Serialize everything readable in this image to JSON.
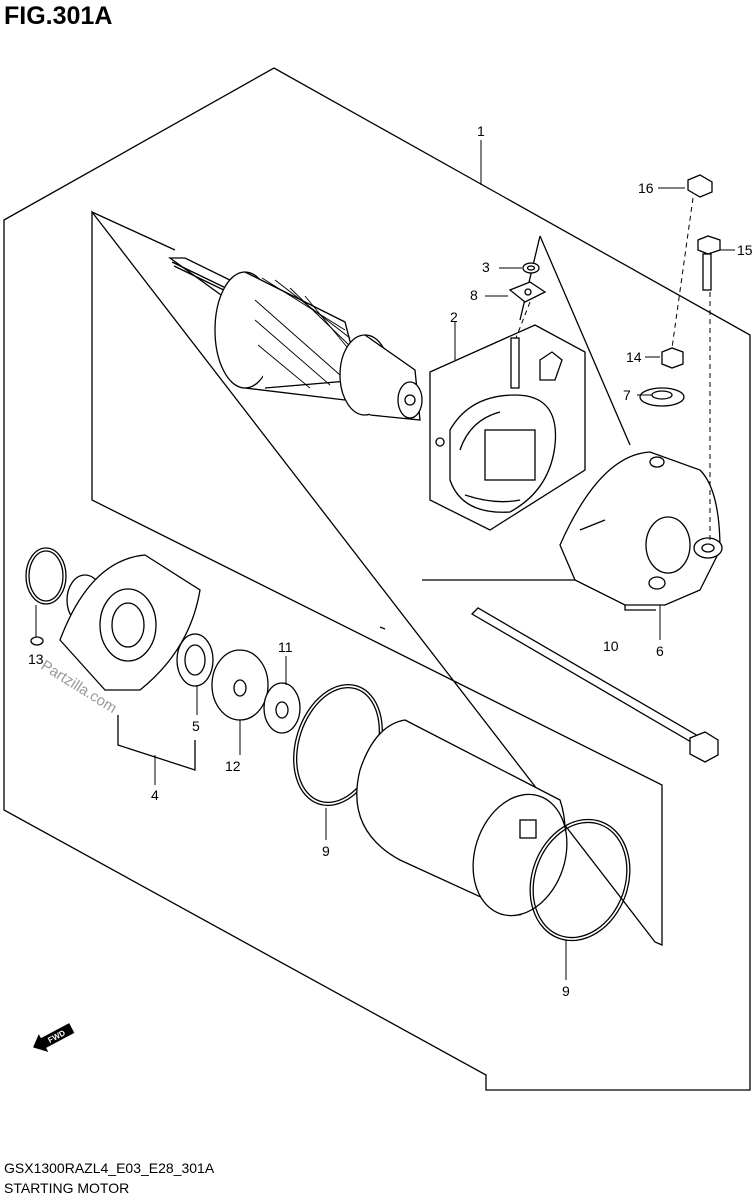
{
  "figure": {
    "title": "FIG.301A",
    "code": "GSX1300RAZL4_E03_E28_301A",
    "name": "STARTING MOTOR"
  },
  "watermark": "Partzilla.com",
  "direction_badge": "FWD",
  "callouts": [
    "1",
    "2",
    "3",
    "4",
    "5",
    "6",
    "7",
    "8",
    "9",
    "9",
    "10",
    "11",
    "12",
    "13",
    "14",
    "15",
    "16"
  ],
  "colors": {
    "line": "#000000",
    "paper": "#ffffff",
    "watermark": "#9a9a9a"
  }
}
